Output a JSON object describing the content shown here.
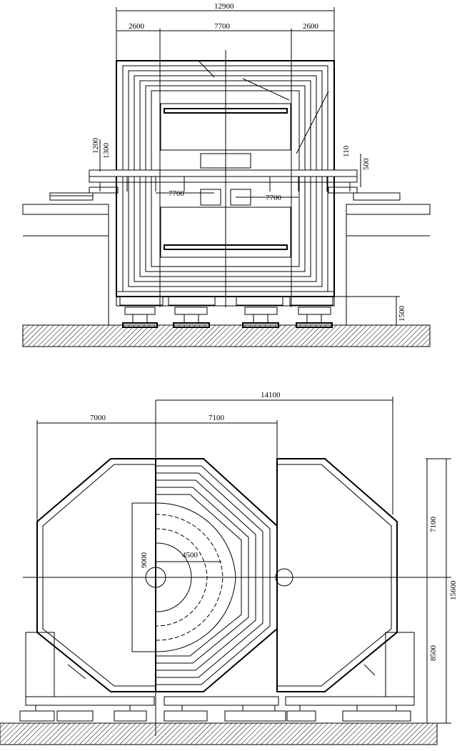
{
  "side_view": {
    "dims": {
      "overall": "12900",
      "left": "2600",
      "middle": "7700",
      "right": "2600",
      "inner_left": "7700",
      "inner_right": "7700",
      "left_v1": "1200",
      "left_v2": "1300",
      "right_v1": "110",
      "right_v2": "500",
      "foot": "1500"
    }
  },
  "front_view": {
    "dims": {
      "overall": "14100",
      "left": "7000",
      "center": "7100",
      "height_total": "15600",
      "height_upper": "7100",
      "height_lower": "8500",
      "inner_height": "9000",
      "radius": "4500"
    }
  },
  "colors": {
    "line": "#000000",
    "background": "#ffffff"
  }
}
